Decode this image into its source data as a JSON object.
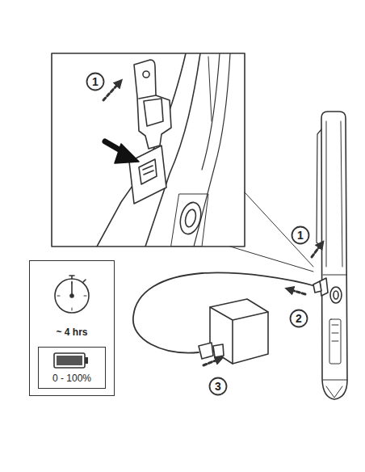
{
  "diagram": {
    "nodes": [
      {
        "text": [
          "1"
        ]
      },
      {
        "text": [
          "1"
        ]
      },
      {
        "text": [
          "~ 4 hrs"
        ]
      },
      {
        "text": [
          "0 - 100%"
        ],
        "in": 2
      },
      {
        "text": [
          "2"
        ]
      },
      {
        "text": [
          "3"
        ]
      }
    ]
  }
}
